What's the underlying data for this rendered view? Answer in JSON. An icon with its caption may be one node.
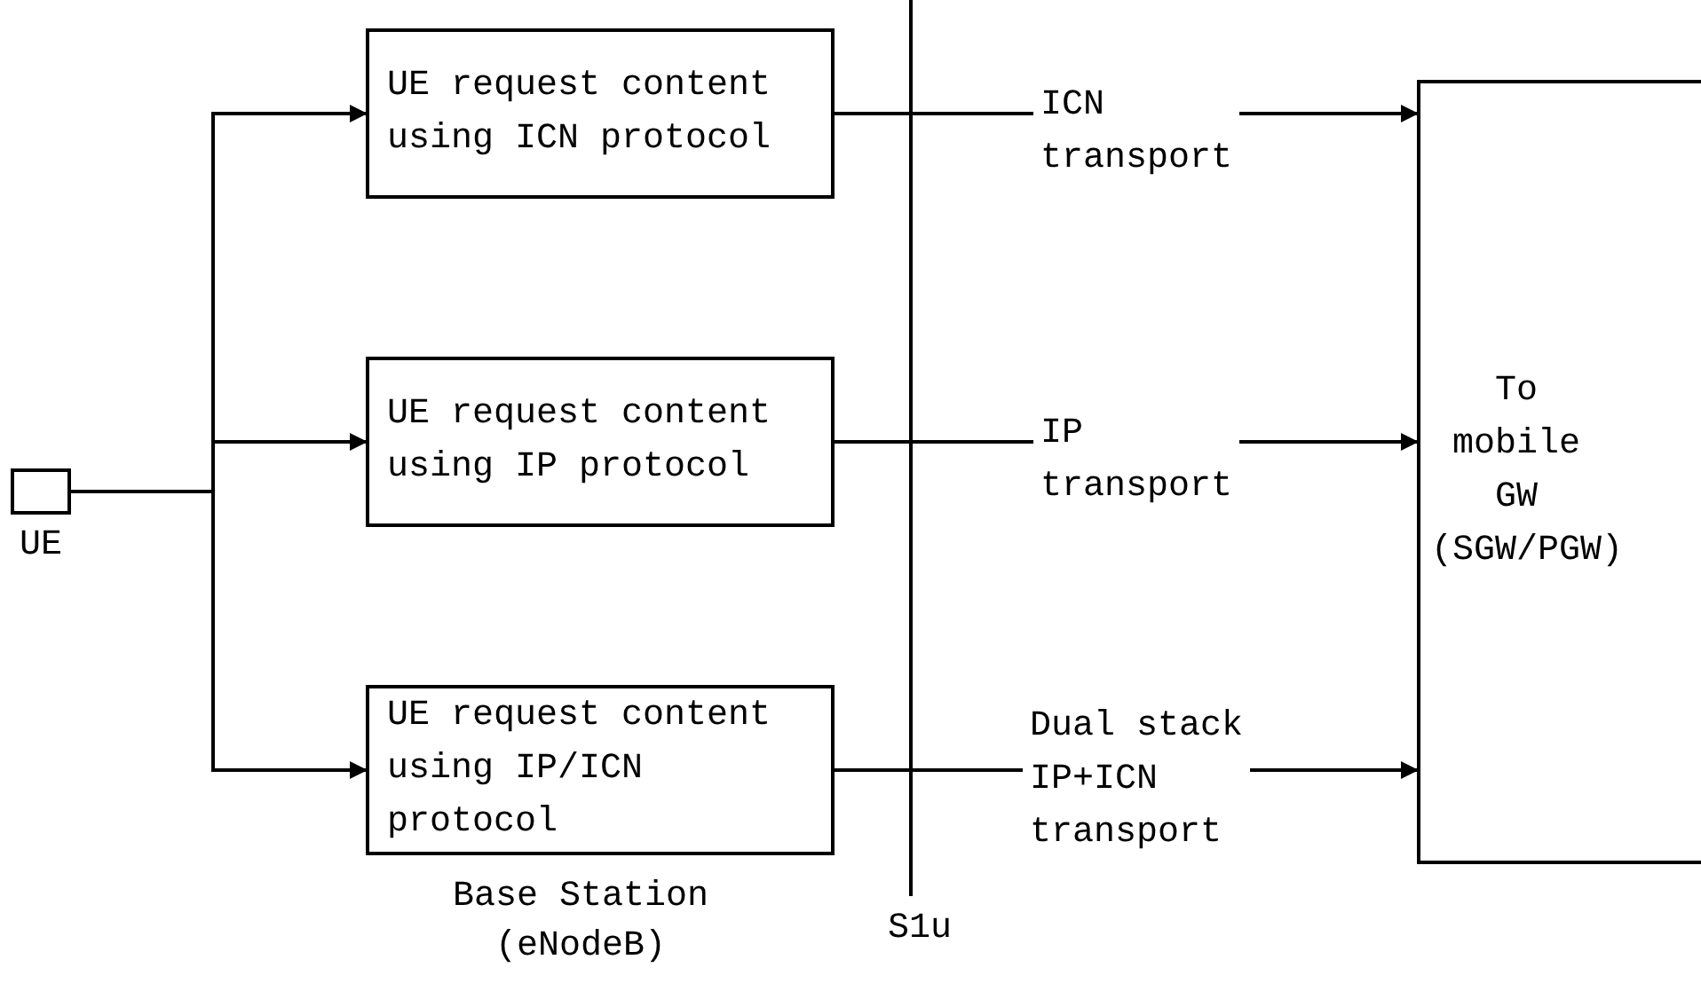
{
  "diagram": {
    "nodes": [
      {
        "text": [
          "UE"
        ]
      },
      {
        "text": [
          "UE request content using ICN protocol"
        ]
      },
      {
        "text": [
          "UE request content using IP protocol"
        ]
      },
      {
        "text": [
          "UE request content using IP/ICN protocol"
        ]
      },
      {
        "text": [
          "To mobile GW (SGW/PGW)"
        ]
      }
    ],
    "edges": [
      {
        "from": 0,
        "to": 1,
        "arrow": "to"
      },
      {
        "from": 0,
        "to": 2,
        "arrow": "to"
      },
      {
        "from": 0,
        "to": 3,
        "arrow": "to"
      },
      {
        "from": 1,
        "to": 4,
        "arrow": "to",
        "label": "ICN transport"
      },
      {
        "from": 2,
        "to": 4,
        "arrow": "to",
        "label": "IP transport"
      },
      {
        "from": 3,
        "to": 4,
        "arrow": "to",
        "label": "Dual stack IP+ICN transport"
      }
    ],
    "labels": [
      "Base Station (eNodeB)",
      "S1u"
    ]
  }
}
